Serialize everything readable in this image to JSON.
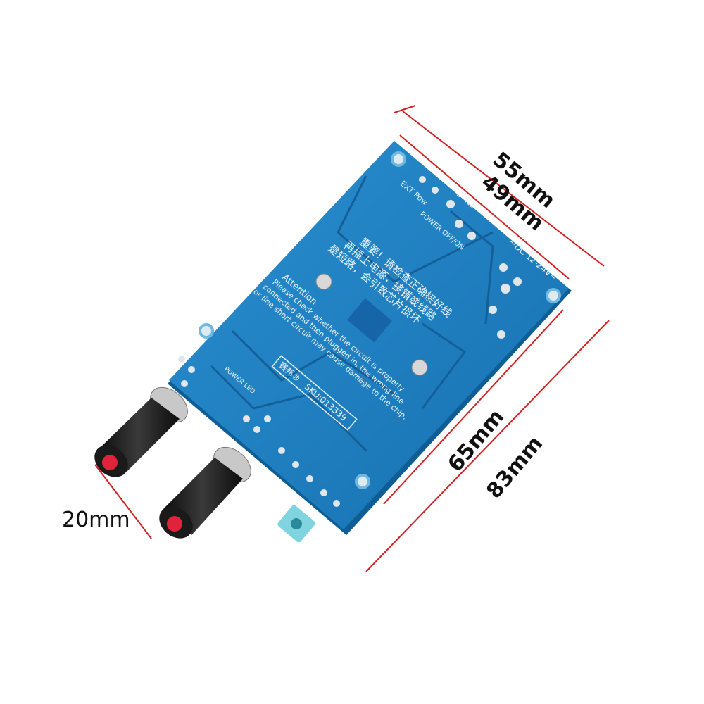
{
  "dimensions": {
    "width_outer": "55mm",
    "width_holes": "49mm",
    "length_holes": "65mm",
    "length_outer": "83mm",
    "knob_spacing": "20mm"
  },
  "pcb": {
    "ext_power": "EXT Pow",
    "speaker": "~3-4Ω~",
    "power_switch": "POWER OFF/ON",
    "dc_input": "~DC 12-24V~",
    "power_led": "POWER LED",
    "attention_title": "Attention",
    "attention_lines": [
      "Please check whether the circuit is properly",
      "connected and then plugged in, the wrong line",
      "or line short circuit may cause damage to the chip."
    ],
    "chinese_lines": [
      "重要！请检查正确接好线",
      "再插上电源，接错或线路",
      "是短路，会引致芯片损坏"
    ],
    "brand": "赛邦®",
    "sku": "SKU:013339"
  },
  "colors": {
    "pcb": "#1f7fc0",
    "dimension_line": "#d42020",
    "knob": "#1a1a1a",
    "knob_cap": "#e0233a"
  }
}
